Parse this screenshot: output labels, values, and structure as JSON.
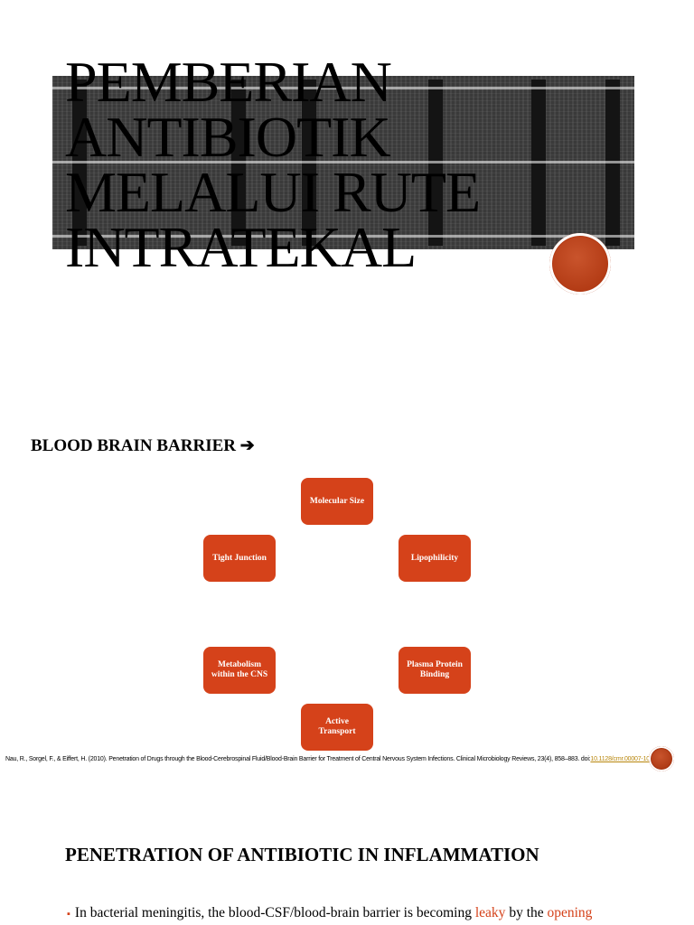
{
  "slide1": {
    "title": "PEMBERIAN ANTIBIOTIK MELALUI RUTE INTRATEKAL"
  },
  "slide2": {
    "heading": "BLOOD BRAIN BARRIER ➔",
    "nodes": [
      "Molecular Size",
      "Lipophilicity",
      "Plasma Protein Binding",
      "Active Transport",
      "Metabolism within the CNS",
      "Tight Junction"
    ],
    "reference": {
      "text": "Nau, R., Sorgel, F., & Eiffert, H. (2010). Penetration of Drugs through the Blood-Cerebrospinal Fluid/Blood-Brain Barrier for Treatment of Central Nervous System Infections. Clinical Microbiology Reviews, 23(4), 858–883. doi:",
      "doi": "10.1128/cmr.00007-10"
    }
  },
  "slide3": {
    "heading": "PENETRATION OF ANTIBIOTIC IN INFLAMMATION",
    "bullet": {
      "part1": "In bacterial meningitis, the blood-CSF/blood-brain barrier is becoming ",
      "leaky": "leaky",
      "part2": " by the ",
      "opening": "opening"
    }
  },
  "colors": {
    "accent": "#d5421a",
    "title_band": "#3a3a3a",
    "doi_link": "#b8860b"
  }
}
